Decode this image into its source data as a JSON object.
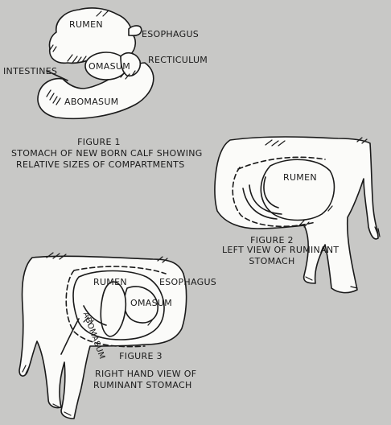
{
  "colors": {
    "background": "#c8c8c6",
    "fill": "#fbfbf9",
    "ink": "#1a1a1a"
  },
  "figure1": {
    "labels": {
      "rumen": "RUMEN",
      "esophagus": "ESOPHAGUS",
      "intestines": "INTESTINES",
      "omasum": "OMASUM",
      "recticulum": "RECTICULUM",
      "abomasum": "ABOMASUM"
    },
    "caption": {
      "number": "FIGURE 1",
      "line1": "STOMACH OF NEW BORN CALF SHOWING",
      "line2": "RELATIVE SIZES OF COMPARTMENTS"
    }
  },
  "figure2": {
    "labels": {
      "rumen": "RUMEN"
    },
    "caption": {
      "number": "FIGURE 2",
      "line1": "LEFT VIEW OF RUMINANT",
      "line2": "STOMACH"
    }
  },
  "figure3": {
    "labels": {
      "rumen": "RUMEN",
      "esophagus": "ESOPHAGUS",
      "omasum": "OMASUM",
      "abomasum": "ABOMASUM"
    },
    "caption": {
      "number": "FIGURE 3",
      "line1": "RIGHT HAND VIEW OF",
      "line2": "RUMINANT STOMACH"
    }
  }
}
